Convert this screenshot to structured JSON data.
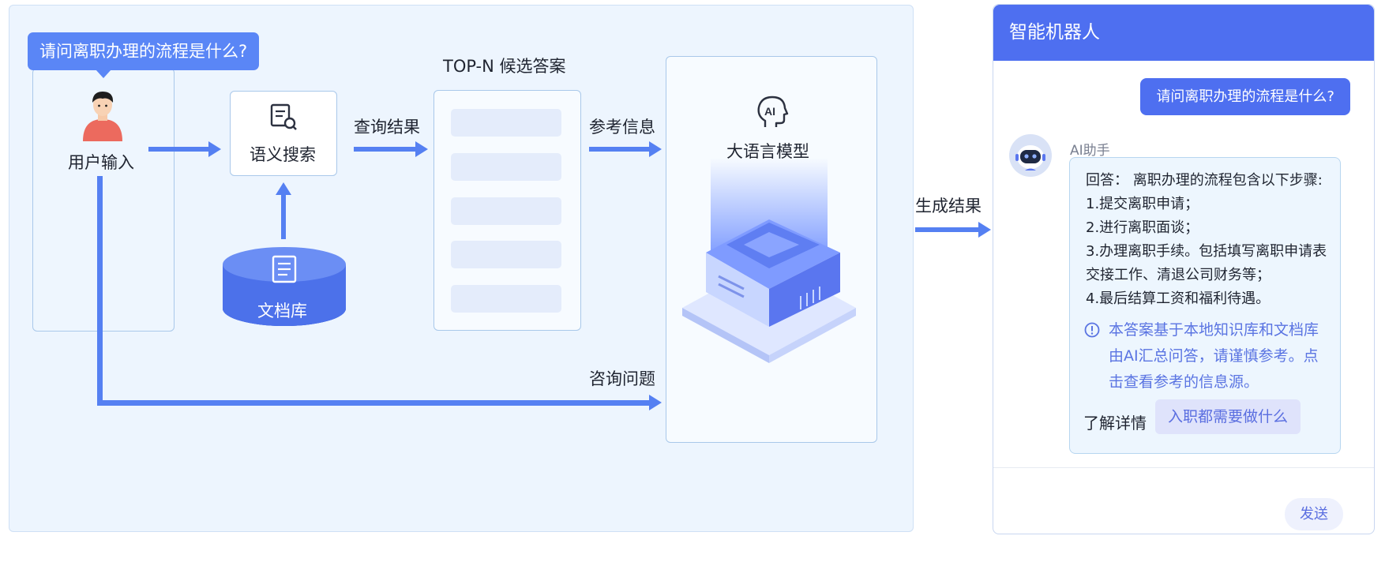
{
  "flow": {
    "question_bubble": "请问离职办理的流程是什么?",
    "user_input_label": "用户输入",
    "semantic_search_label": "语义搜索",
    "doc_db_label": "文档库",
    "query_result_label": "查询结果",
    "topn_title": "TOP-N 候选答案",
    "reference_label": "参考信息",
    "llm_label": "大语言模型",
    "consult_label": "咨询问题",
    "generate_label": "生成结果"
  },
  "chat": {
    "title": "智能机器人",
    "user_message": "请问离职办理的流程是什么?",
    "ai_name": "AI助手",
    "answer_lines": [
      "回答： 离职办理的流程包含以下步骤:",
      "1.提交离职申请；",
      "2.进行离职面谈；",
      "3.办理离职手续。包括填写离职申请表",
      "交接工作、清退公司财务等；",
      "4.最后结算工资和福利待遇。"
    ],
    "note_lines": [
      "本答案基于本地知识库和文档库",
      "由AI汇总问答，请谨慎参考。点",
      "击查看参考的信息源。"
    ],
    "detail_label": "了解详情",
    "suggestion": "入职都需要做什么",
    "send_label": "发送"
  },
  "colors": {
    "accent": "#4e6ff0",
    "arrow": "#5580f2",
    "panel_bg": "#edf5fe",
    "note_text": "#5a74e2"
  }
}
